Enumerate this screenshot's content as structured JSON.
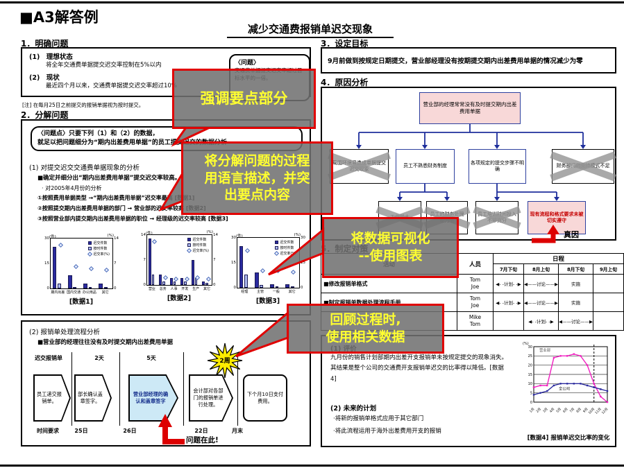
{
  "slide": {
    "header": "■A3解答例",
    "title": "减少交通费报销单迟交现象"
  },
  "left": {
    "s1": {
      "heading": "1．明确问题",
      "item1_label": "(1)　理想状态",
      "item1_text": "将全年交通费单据提交迟交率控制在5%以内",
      "item2_label": "(2)　现状",
      "item2_text": "最近四个月以来，交通费单据提交迟交率超过10%",
      "note": "[注] 在每月25日之前提交的报销单据视为按时提交。",
      "problem_title": "〈问题〉",
      "problem_text": "交通费单据提交迟交率超过目标水平的一倍。"
    },
    "s2": {
      "heading": "2．分解问题",
      "point_line1": "〈问题点〉只要下列（1）和（2）的数据，",
      "point_line2": "就足以把问题细分为“期内出差费用单据”的员工提交迟交的数据分析",
      "a_title": "(1) 对提交迟交交通费单据现象的分析",
      "a_bullet": "■确定并细分出“期内出差费用单据”提交迟交率较高。",
      "a_sub": "· 对2005年4月份的分析",
      "a_items": [
        "①按照费用单据类型 →“期内出差费用单据”迟交率最高 [数据1]",
        "②按照提交期内出差费用单据的部门 → 营业部的迟交率较高 [数据2]",
        "③按照营业部内提交期内出差费用单据的职位 → 经理级的迟交率较高 [数据3]"
      ],
      "b_title": "(2) 报销单处理流程分析",
      "b_bullet": "■营业部的经理往往没有及时提交期内出差费用单据",
      "flow": {
        "above_labels": [
          "迟交报销单",
          "2天",
          "5天"
        ],
        "star_label": "2周",
        "steps": [
          "员工递交报销单。",
          "部长确认盖章签字。",
          "营业部经理的确认和盖章签字",
          "会计部对各部门的报销单进行处理。",
          "下个月10日支付费用。"
        ],
        "below_labels": [
          "时间要求",
          "25日",
          "26日",
          "22日",
          "月末"
        ],
        "problem_label": "问题在此!"
      }
    }
  },
  "right": {
    "s3": {
      "heading": "3．设定目标",
      "text": "9月前做到按规定日期提交，营业部经理没有按期提交期内出差费用单据的情况减少为零"
    },
    "s4": {
      "heading": "4．原因分析",
      "root": "营业部的经理常常没有及时提交期内出差费用单据",
      "level2": [
        "周围环境易造成单据提交迟交现象",
        "员工不熟悉财务制度",
        "各项规定的提交步骤不明确",
        "财务部门的支持模式不足"
      ],
      "level3": [
        "工作量大",
        "员工的财务处理能力低",
        "员工培训时间投入不够充分",
        "现有流程和格式要求未被切实遵守"
      ],
      "true_cause_label": "真因"
    },
    "s5": {
      "heading": "5．制定对策",
      "table": {
        "col_activity": "活动",
        "col_people": "人员",
        "col_schedule": "日程",
        "dates": [
          "7月下旬",
          "8月上旬",
          "8月下旬",
          "9月上旬"
        ],
        "rows": [
          {
            "activity": "■修改报销单格式",
            "people": "Tom\nJoe",
            "cells": [
              "◀- -计划- -▶",
              "◀——讨论——▶",
              "实施",
              ""
            ]
          },
          {
            "activity": "■制定报销单数据处理流程手册",
            "people": "Tom\nJoe",
            "cells": [
              "◀- -计划- -▶",
              "◀——讨论——▶",
              "实施",
              ""
            ]
          },
          {
            "activity": "",
            "people": "Mike\nTom",
            "cells": [
              "",
              "◀- -计划- -▶",
              "◀——讨论——▶",
              ""
            ]
          }
        ]
      }
    },
    "s6": {
      "eval_title": "(1) 评价",
      "eval_text": "九月份的销售计划部期内出差开支报销单未按规定提交的现象消失。其结果是整个公司的交通费开支报销单迟交的比率得以降低。[数据4]",
      "plan_title": "(2) 未来的计划",
      "plan_items": [
        "·将新的报销单格式应用于其它部门",
        "·将此流程运用于海外出差费用开支的报销"
      ]
    }
  },
  "annotations": {
    "border_color": "#e00000",
    "fill_color": "#707070",
    "text_color": "#ffff30",
    "notes": [
      {
        "lines": [
          "强调要点部分"
        ]
      },
      {
        "lines": [
          "将分解问题的过程",
          "用语言描述，并突",
          "出要点内容"
        ]
      },
      {
        "lines": [
          "将数据可视化",
          "--使用图表"
        ]
      },
      {
        "lines": [
          "回顾过程时,",
          "使用相关数据"
        ]
      }
    ]
  },
  "chart_data": [
    {
      "type": "bar",
      "caption": "[数据1]",
      "unit_left": "(件)",
      "unit_right": "(%)",
      "categories": [
        "期内出差",
        "国内交通",
        "办公用品",
        "其它"
      ],
      "series": [
        {
          "name": "迟交件数",
          "color": "#2a2a9e",
          "values": [
            25,
            8,
            3,
            3
          ]
        },
        {
          "name": "按时件数",
          "color": "#aab6ec",
          "values": [
            3,
            1,
            1,
            1
          ]
        }
      ],
      "rate": {
        "name": "迟交率(%)",
        "values": [
          12,
          6,
          5.5,
          5
        ]
      },
      "ylim": [
        0,
        30
      ],
      "y2lim": [
        0,
        14
      ]
    },
    {
      "type": "bar",
      "caption": "[数据2]",
      "unit_left": "(件)",
      "unit_right": "(%)",
      "categories": [
        "营业",
        "总务",
        "人事",
        "开发",
        "生产",
        "其它"
      ],
      "series": [
        {
          "name": "迟交件数",
          "color": "#2a2a9e",
          "values": [
            13,
            3,
            2,
            2,
            7,
            1
          ]
        },
        {
          "name": "按时件数",
          "color": "#aab6ec",
          "values": [
            3,
            1,
            1,
            1,
            2,
            0.5
          ]
        }
      ],
      "rate": {
        "name": "迟交率(%)",
        "values": [
          12,
          2,
          1.5,
          1.5,
          2,
          1.5
        ]
      },
      "ylim": [
        0,
        14
      ],
      "y2lim": [
        0,
        14
      ]
    },
    {
      "type": "bar",
      "caption": "[数据3]",
      "unit_left": "(件)",
      "unit_right": "(%)",
      "categories": [
        "经理",
        "主管",
        "一般",
        "其它"
      ],
      "series": [
        {
          "name": "迟交件数",
          "color": "#2a2a9e",
          "values": [
            25,
            9,
            2,
            2
          ]
        },
        {
          "name": "按时件数",
          "color": "#aab6ec",
          "values": [
            8,
            1.5,
            0.5,
            0.5
          ]
        }
      ],
      "rate": {
        "name": "迟交率(%)",
        "values": [
          22,
          10,
          10,
          9
        ]
      },
      "ylim": [
        0,
        30
      ],
      "y2lim": [
        0,
        30
      ]
    },
    {
      "type": "line",
      "caption": "[数据4] 报销单迟交比率的变化",
      "ylabel": "(%)",
      "x": [
        "1月",
        "2月",
        "3月",
        "4月",
        "5月",
        "6月",
        "7月",
        "8月",
        "9月",
        "10月",
        "11月",
        "12月"
      ],
      "series": [
        {
          "name": "营业部",
          "color": "#f020c0",
          "values": [
            8,
            9,
            9,
            24,
            25,
            25,
            26,
            25,
            20,
            10,
            3,
            0
          ]
        },
        {
          "name": "全公司",
          "color": "#2a2a9e",
          "values": [
            4,
            5,
            6,
            9,
            10,
            10,
            10,
            10,
            9,
            8,
            7,
            6
          ]
        }
      ],
      "ylim": [
        0,
        30
      ],
      "marker_x_index": 9,
      "grid": true
    }
  ]
}
